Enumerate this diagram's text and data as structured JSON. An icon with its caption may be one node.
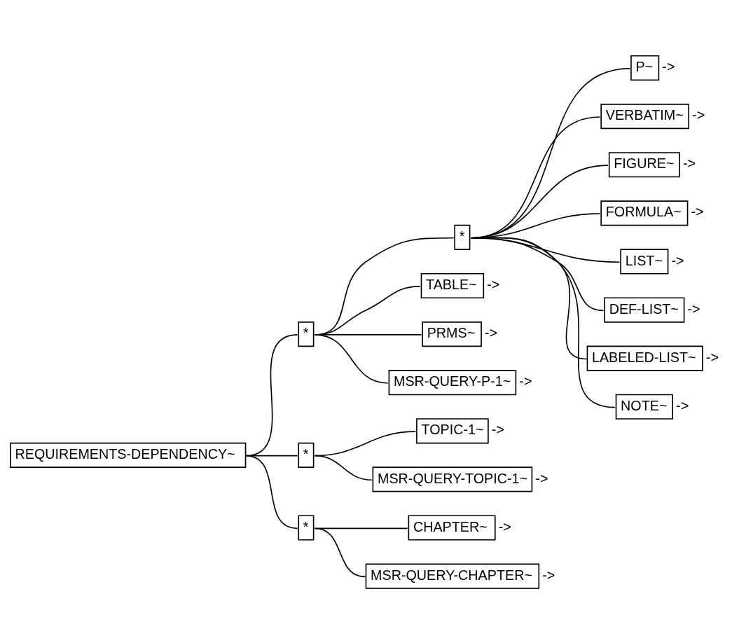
{
  "diagram": {
    "nodes": [
      {
        "text": [
          "REQUIREMENTS-DEPENDENCY~"
        ]
      },
      {
        "text": [
          "*"
        ]
      },
      {
        "text": [
          "*"
        ]
      },
      {
        "text": [
          "P~"
        ],
        "beside": [
          "->"
        ]
      },
      {
        "text": [
          "VERBATIM~"
        ],
        "beside": [
          "->"
        ]
      },
      {
        "text": [
          "FIGURE~"
        ],
        "beside": [
          "->"
        ]
      },
      {
        "text": [
          "FORMULA~"
        ],
        "beside": [
          "->"
        ]
      },
      {
        "text": [
          "LIST~"
        ],
        "beside": [
          "->"
        ]
      },
      {
        "text": [
          "DEF-LIST~"
        ],
        "beside": [
          "->"
        ]
      },
      {
        "text": [
          "LABELED-LIST~"
        ],
        "beside": [
          "->"
        ]
      },
      {
        "text": [
          "NOTE~"
        ],
        "beside": [
          "->"
        ]
      },
      {
        "text": [
          "TABLE~"
        ],
        "beside": [
          "->"
        ]
      },
      {
        "text": [
          "PRMS~"
        ],
        "beside": [
          "->"
        ]
      },
      {
        "text": [
          "MSR-QUERY-P-1~"
        ],
        "beside": [
          "->"
        ]
      },
      {
        "text": [
          "*"
        ]
      },
      {
        "text": [
          "TOPIC-1~"
        ],
        "beside": [
          "->"
        ]
      },
      {
        "text": [
          "MSR-QUERY-TOPIC-1~"
        ],
        "beside": [
          "->"
        ]
      },
      {
        "text": [
          "*"
        ]
      },
      {
        "text": [
          "CHAPTER~"
        ],
        "beside": [
          "->"
        ]
      },
      {
        "text": [
          "MSR-QUERY-CHAPTER~"
        ],
        "beside": [
          "->"
        ]
      }
    ],
    "edges": [
      {
        "from": 0,
        "to": 1,
        "arrow": "none"
      },
      {
        "from": 0,
        "to": 14,
        "arrow": "none"
      },
      {
        "from": 0,
        "to": 17,
        "arrow": "none"
      },
      {
        "from": 1,
        "to": 2,
        "arrow": "none"
      },
      {
        "from": 2,
        "to": 3,
        "arrow": "none"
      },
      {
        "from": 2,
        "to": 4,
        "arrow": "none"
      },
      {
        "from": 2,
        "to": 5,
        "arrow": "none"
      },
      {
        "from": 2,
        "to": 6,
        "arrow": "none"
      },
      {
        "from": 2,
        "to": 7,
        "arrow": "none"
      },
      {
        "from": 2,
        "to": 8,
        "arrow": "none"
      },
      {
        "from": 2,
        "to": 9,
        "arrow": "none"
      },
      {
        "from": 2,
        "to": 10,
        "arrow": "none"
      },
      {
        "from": 1,
        "to": 11,
        "arrow": "none"
      },
      {
        "from": 1,
        "to": 12,
        "arrow": "none"
      },
      {
        "from": 1,
        "to": 13,
        "arrow": "none"
      },
      {
        "from": 14,
        "to": 15,
        "arrow": "none"
      },
      {
        "from": 14,
        "to": 16,
        "arrow": "none"
      },
      {
        "from": 17,
        "to": 18,
        "arrow": "none"
      },
      {
        "from": 17,
        "to": 19,
        "arrow": "none"
      }
    ]
  }
}
